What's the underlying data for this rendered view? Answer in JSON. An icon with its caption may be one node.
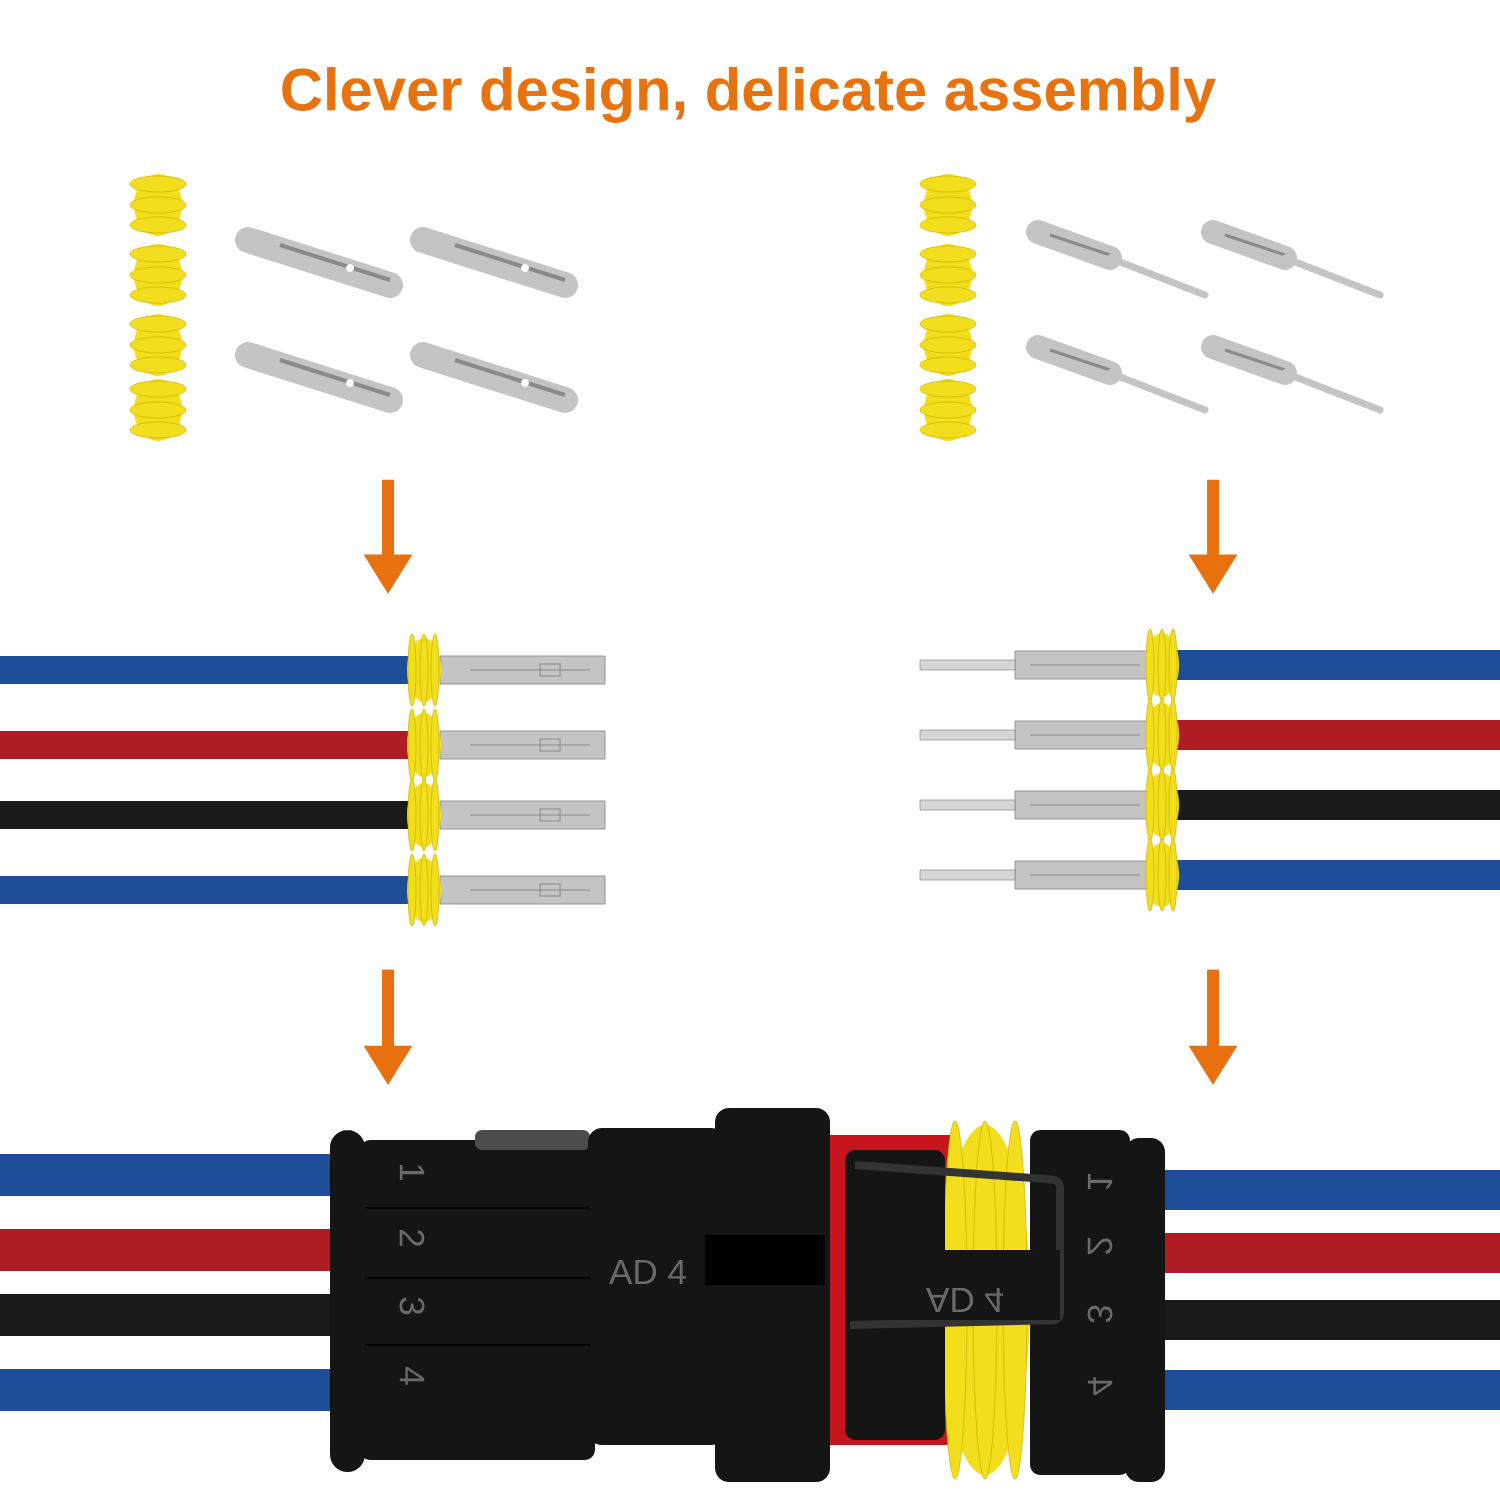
{
  "diagram": {
    "title": "Clever design, delicate assembly",
    "nodes": [
      {
        "text": [],
        "shape": "picture"
      },
      {
        "text": [],
        "shape": "picture"
      },
      {
        "text": [],
        "shape": "picture"
      },
      {
        "text": [],
        "shape": "picture"
      },
      {
        "text": [],
        "shape": "picture"
      }
    ],
    "edges": [
      {
        "from": 0,
        "to": 2,
        "arrow": "to"
      },
      {
        "from": 2,
        "to": 4,
        "arrow": "to"
      },
      {
        "from": 1,
        "to": 3,
        "arrow": "to"
      },
      {
        "from": 3,
        "to": 4,
        "arrow": "to"
      }
    ],
    "labels": [
      "1",
      "2",
      "3",
      "4",
      "AD 4",
      "AD 4",
      "1",
      "2",
      "3",
      "4"
    ]
  }
}
